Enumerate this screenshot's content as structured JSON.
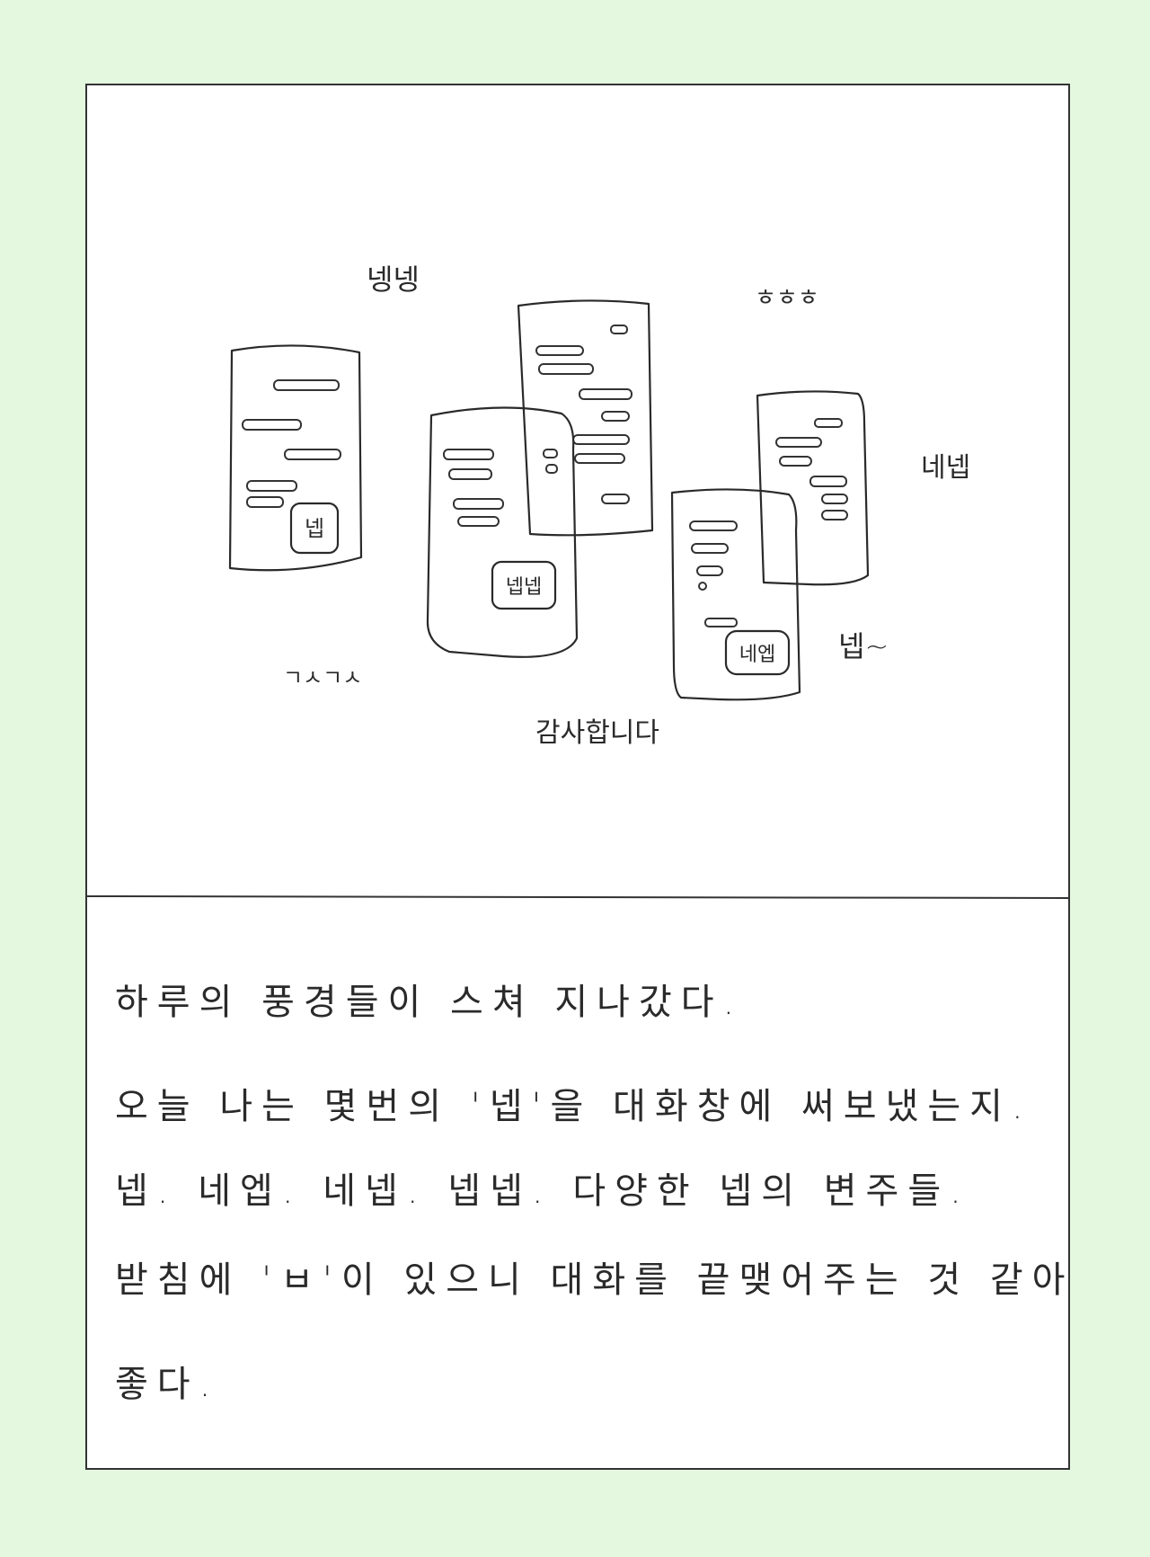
{
  "colors": {
    "background": "#e3f8de",
    "paper": "#ffffff",
    "ink": "#2a2a2a"
  },
  "top_panel": {
    "phones": [
      {
        "reply": "넵"
      },
      {
        "reply": "넵넵"
      },
      {
        "reply": ""
      },
      {
        "reply": "네엡"
      },
      {
        "reply": ""
      }
    ],
    "floating_words": [
      "넹넹",
      "ㅎㅎㅎ",
      "네넵",
      "넵~",
      "ㄱㅅㄱㅅ",
      "감사합니다"
    ]
  },
  "bottom_panel": {
    "lines": [
      "하루의 풍경들이 스쳐 지나갔다.",
      "오늘 나는 몇번의 '넵'을 대화창에 써보냈는지.",
      "넵. 네엡. 네넵. 넵넵. 다양한 넵의 변주들.",
      "받침에 'ㅂ'이 있으니 대화를 끝맺어주는 것 같아",
      "좋다."
    ]
  }
}
